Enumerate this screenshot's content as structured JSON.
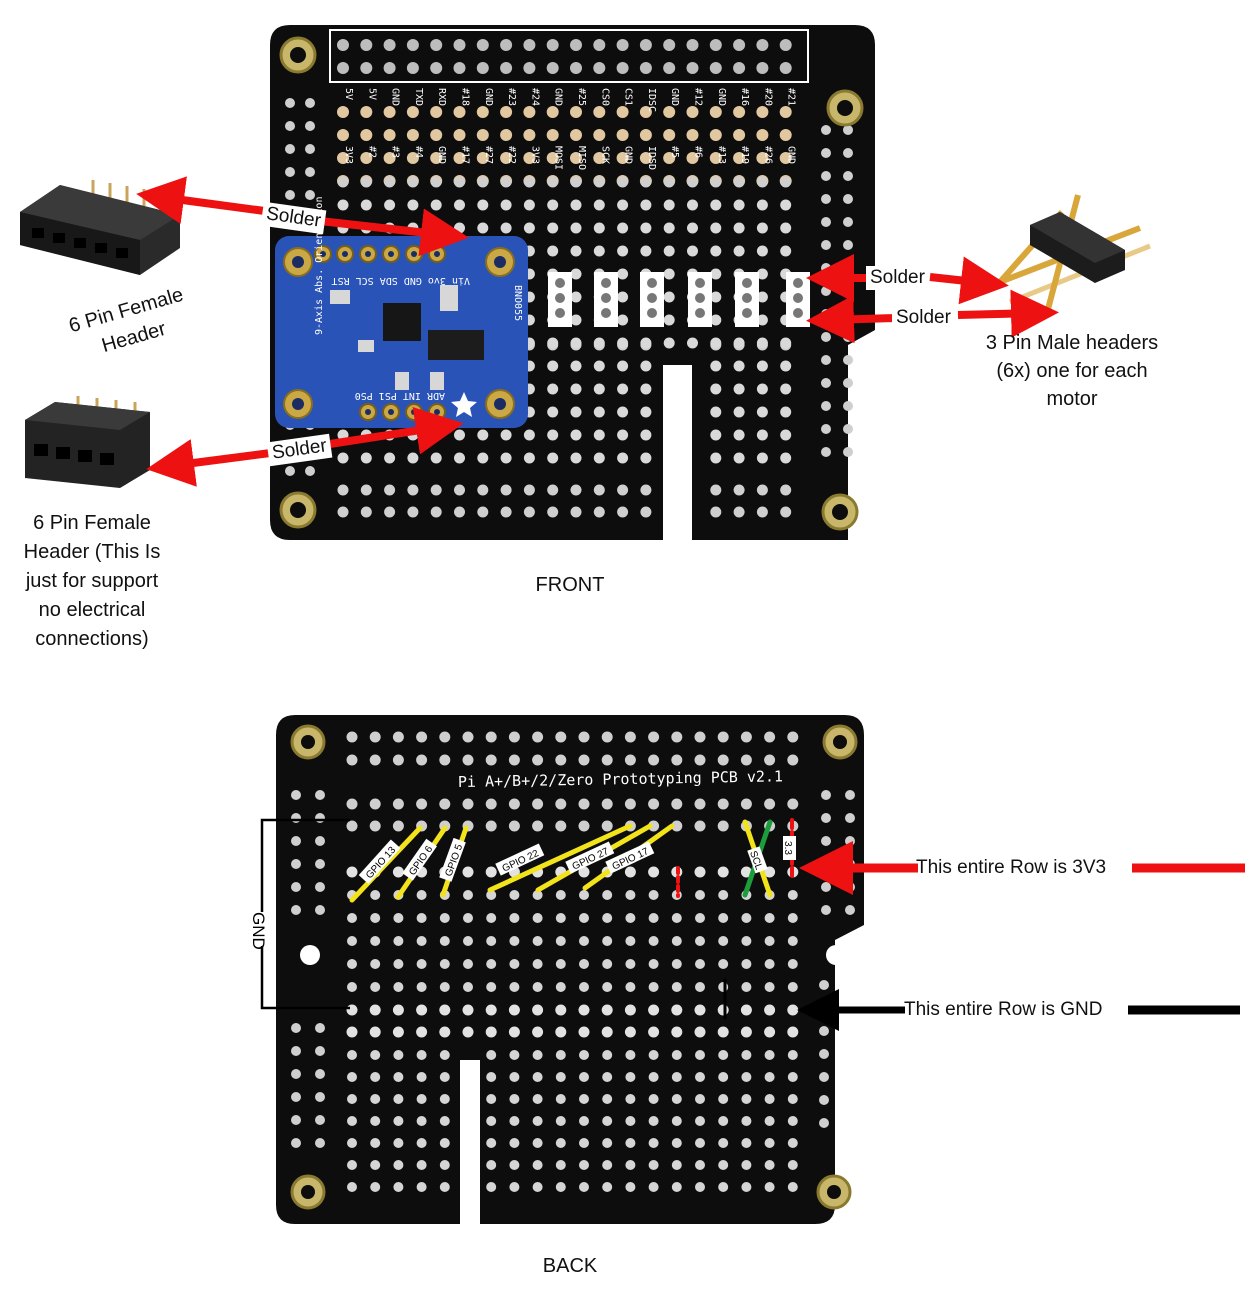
{
  "front_label": "FRONT",
  "back_label": "BACK",
  "solder_label": "Solder",
  "female_header_top": "6 Pin Female Header",
  "female_header_bottom": "6 Pin Female Header (This Is just for support no electrical connections)",
  "male_headers": "3 Pin Male headers (6x) one for each motor",
  "row_3v3": "This entire Row is 3V3",
  "row_gnd": "This entire Row is GND",
  "gnd_bracket": "GND",
  "back_title": "Pi A+/B+/2/Zero Prototyping PCB v2.1",
  "bno_board": {
    "pins_top": "Vin 3vo GND SDA SCL RST",
    "pins_bottom": "ADR INT PS1 PS0",
    "name": "BNO055",
    "orientation": "9-Axis Abs. Orientation"
  },
  "header_pins_top": [
    "5V",
    "5V",
    "GND",
    "TXD",
    "RXD",
    "#18",
    "GND",
    "#23",
    "#24",
    "GND",
    "#25",
    "CS0",
    "CS1",
    "IDSC",
    "GND",
    "#12",
    "GND",
    "#16",
    "#20",
    "#21"
  ],
  "header_pins_bottom": [
    "3V3",
    "#2",
    "#3",
    "#4",
    "GND",
    "#17",
    "#27",
    "#22",
    "3V3",
    "MOSI",
    "MISO",
    "SCK",
    "GND",
    "IDSD",
    "#5",
    "#6",
    "#13",
    "#19",
    "#26",
    "GND"
  ],
  "wire_labels": [
    "GPIO 13",
    "GPIO 6",
    "GPIO 5",
    "GPIO 22",
    "GPIO 27",
    "GPIO 17",
    "SCL",
    "3.3"
  ],
  "colors": {
    "arrow_red": "#ee1111",
    "board": "#0d0d0d",
    "bno_blue": "#2a53b8",
    "wire_yellow": "#f2e31b",
    "wire_green": "#1c9c3a",
    "pad": "#c9c9c9",
    "pad_gold": "#e8c89a"
  }
}
